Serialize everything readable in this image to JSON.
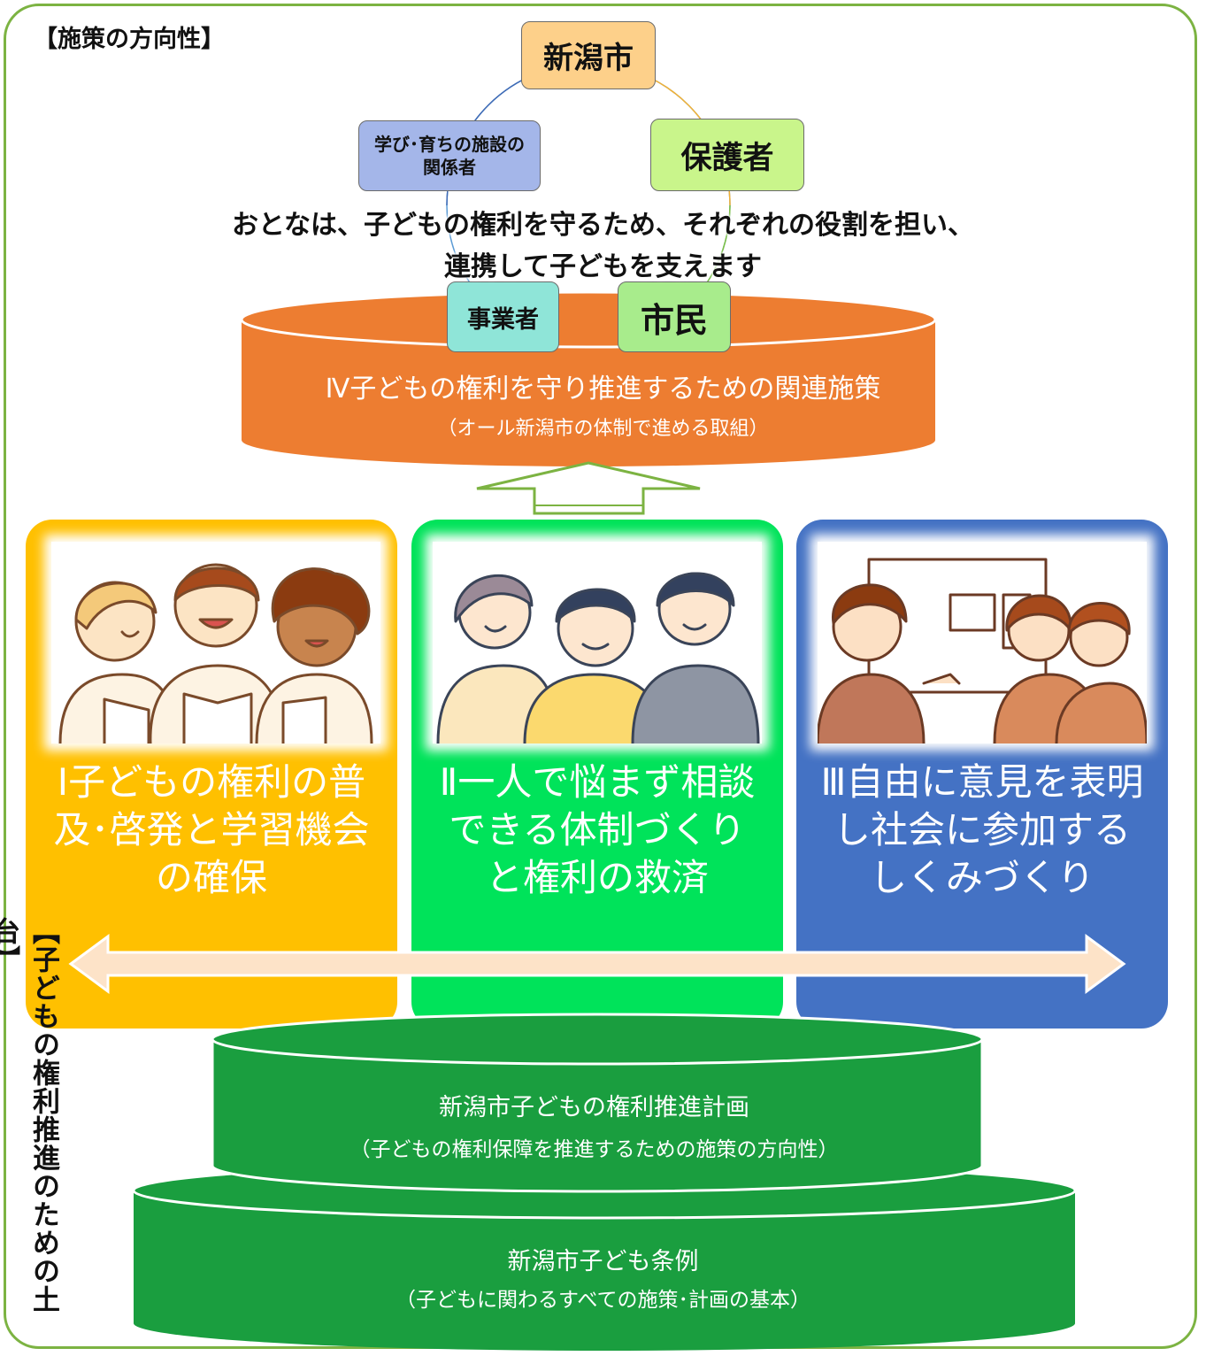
{
  "section_title": "【施策の方向性】",
  "actors": {
    "city": "新潟市",
    "guardians": "保護者",
    "facility_staff": "学び･育ちの施設の関係者",
    "business": "事業者",
    "citizens": "市民"
  },
  "statement": {
    "line1": "おとなは、子どもの権利を守るため、それぞれの役割を担い、",
    "line2": "連携して子どもを支えます"
  },
  "measure_iv": {
    "title": "Ⅳ子どもの権利を守り推進するための関連施策",
    "subtitle": "（オール新潟市の体制で進める取組）"
  },
  "pillars": [
    {
      "title": "Ⅰ子どもの権利の普及･啓発と学習機会の確保",
      "color": "#ffc000"
    },
    {
      "title": "Ⅱ一人で悩まず相談できる体制づくりと権利の救済",
      "color": "#00e35a"
    },
    {
      "title": "Ⅲ自由に意見を表明し社会に参加するしくみづくり",
      "color": "#4472c4"
    }
  ],
  "foundation_label": "【子どもの権利推進のための土台】",
  "plan": {
    "title": "新潟市子どもの権利推進計画",
    "subtitle": "（子どもの権利保障を推進するための施策の方向性）"
  },
  "ordinance": {
    "title": "新潟市子ども条例",
    "subtitle": "（子どもに関わるすべての施策･計画の基本）"
  },
  "colors": {
    "frame": "#7cb342",
    "orange_drum": "#ed7d31",
    "green_drum": "#1a9e3f"
  }
}
